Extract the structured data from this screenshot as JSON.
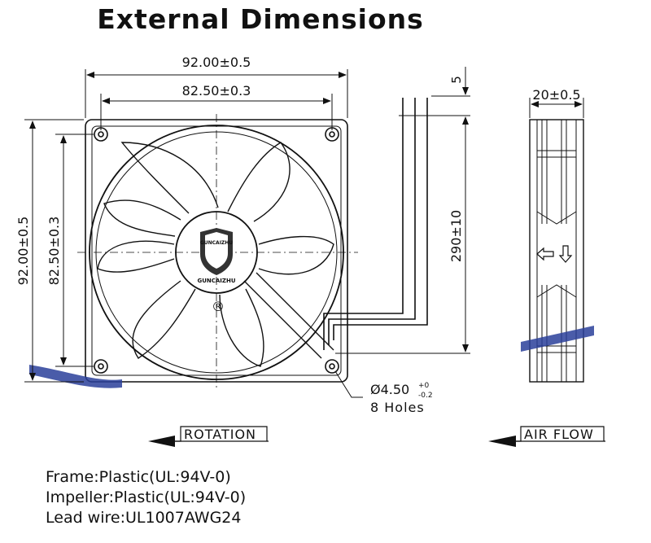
{
  "title": "External Dimensions",
  "dimensions": {
    "overall_width": "92.00±0.5",
    "hole_spacing_width": "82.50±0.3",
    "overall_height": "92.00±0.5",
    "hole_spacing_height": "82.50±0.3",
    "lead_length": "290±10",
    "lead_strip": "5",
    "thickness": "20±0.5",
    "hole_diameter": "Ø4.50",
    "hole_tol_upper": "+0",
    "hole_tol_lower": "-0.2",
    "hole_count": "8 Holes"
  },
  "labels": {
    "rotation": "ROTATION",
    "air_flow": "AIR FLOW"
  },
  "logo": {
    "brand_top": "GUNCAIZHU",
    "brand_bottom": "GUNCAIZHU",
    "registered": "®"
  },
  "specs": [
    "Frame:Plastic(UL:94V-0)",
    "Impeller:Plastic(UL:94V-0)",
    "Lead wire:UL1007AWG24"
  ],
  "colors": {
    "line": "#111111",
    "shield": "#333333",
    "tape": "#2a3f9a"
  }
}
